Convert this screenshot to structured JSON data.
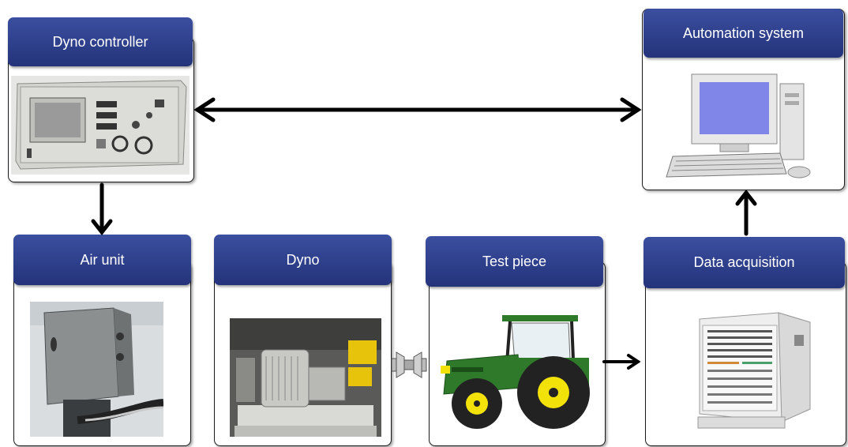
{
  "blocks": {
    "dyno_controller": "Dyno controller",
    "automation_system": "Automation system",
    "air_unit": "Air unit",
    "dyno": "Dyno",
    "test_piece": "Test piece",
    "data_acquisition": "Data acquisition"
  },
  "colors": {
    "header": "#2b3b86",
    "arrow": "#000000",
    "tractor_green": "#2f7a2a",
    "tractor_yellow": "#f2e20a"
  }
}
